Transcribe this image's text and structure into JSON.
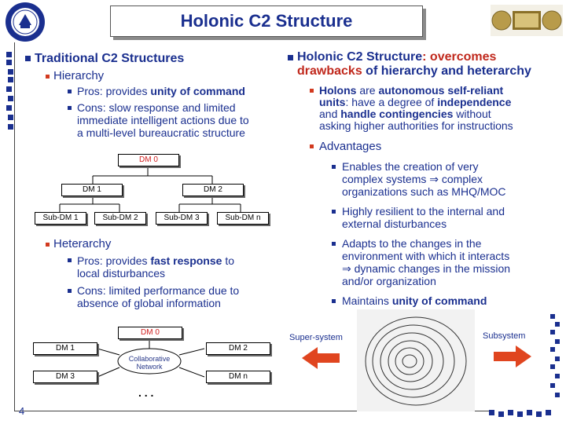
{
  "title": "Holonic C2 Structure",
  "left": {
    "heading": "Traditional C2 Structures",
    "hierarchy": {
      "label": "Hierarchy",
      "pros_label": "Pros",
      "pros_text_1": ": provides ",
      "pros_bold": "unity of command",
      "cons_label": "Cons",
      "cons_line_1": ": slow response and limited",
      "cons_line_2": "immediate intelligent actions due to",
      "cons_line_3": "a multi-level bureaucratic structure"
    },
    "hier_diagram": {
      "root": "DM 0",
      "level1": [
        "DM 1",
        "DM 2"
      ],
      "level2": [
        "Sub-DM 1",
        "Sub-DM 2",
        "Sub-DM 3",
        "Sub-DM n"
      ]
    },
    "heterarchy": {
      "label": "Heterarchy",
      "pros_label": "Pros",
      "pros_text_1": ": provides ",
      "pros_bold": "fast response",
      "pros_text_2": " to",
      "pros_line_2": "local disturbances",
      "cons_label": "Cons",
      "cons_line_1": ": limited performance due to",
      "cons_line_2": "absence of global  information"
    },
    "hetero_diagram": {
      "top": "DM 0",
      "left_top": "DM 1",
      "right_top": "DM 2",
      "left_bottom": "DM 3",
      "right_bottom": "DM n",
      "center_1": "Collaborative",
      "center_2": "Network",
      "ellipsis": ". . ."
    }
  },
  "right": {
    "heading_1a": "Holonic C2 Structure",
    "heading_1b": ": overcomes",
    "heading_2a": "drawbacks",
    "heading_2b": " of hierarchy and heterarchy",
    "holons_line_1a": "Holons",
    "holons_line_1b": " are ",
    "holons_line_1c": "autonomous self-reliant",
    "holons_line_2a": "units",
    "holons_line_2b": ": have a degree of ",
    "holons_line_2c": "independence",
    "holons_line_3a": "and ",
    "holons_line_3b": "handle contingencies",
    "holons_line_3c": " without",
    "holons_line_4": "asking higher authorities for instructions",
    "advantages": "Advantages",
    "adv1": [
      "Enables the creation of very",
      "complex systems ⇒ complex",
      "organizations such as MHQ/MOC"
    ],
    "adv2": [
      "Highly resilient to the internal and",
      "external disturbances"
    ],
    "adv3": [
      "Adapts to the changes in the",
      "environment with which it interacts",
      "⇒ dynamic changes in the mission",
      "and/or organization"
    ],
    "adv4a": "Maintains ",
    "adv4b": "unity of command",
    "super_system": "Super-system",
    "subsystem": "Subsystem"
  },
  "page_number": "4",
  "colors": {
    "title_blue": "#1a2f8f",
    "accent_red": "#c0281c",
    "arrow_orange": "#e0451f"
  }
}
